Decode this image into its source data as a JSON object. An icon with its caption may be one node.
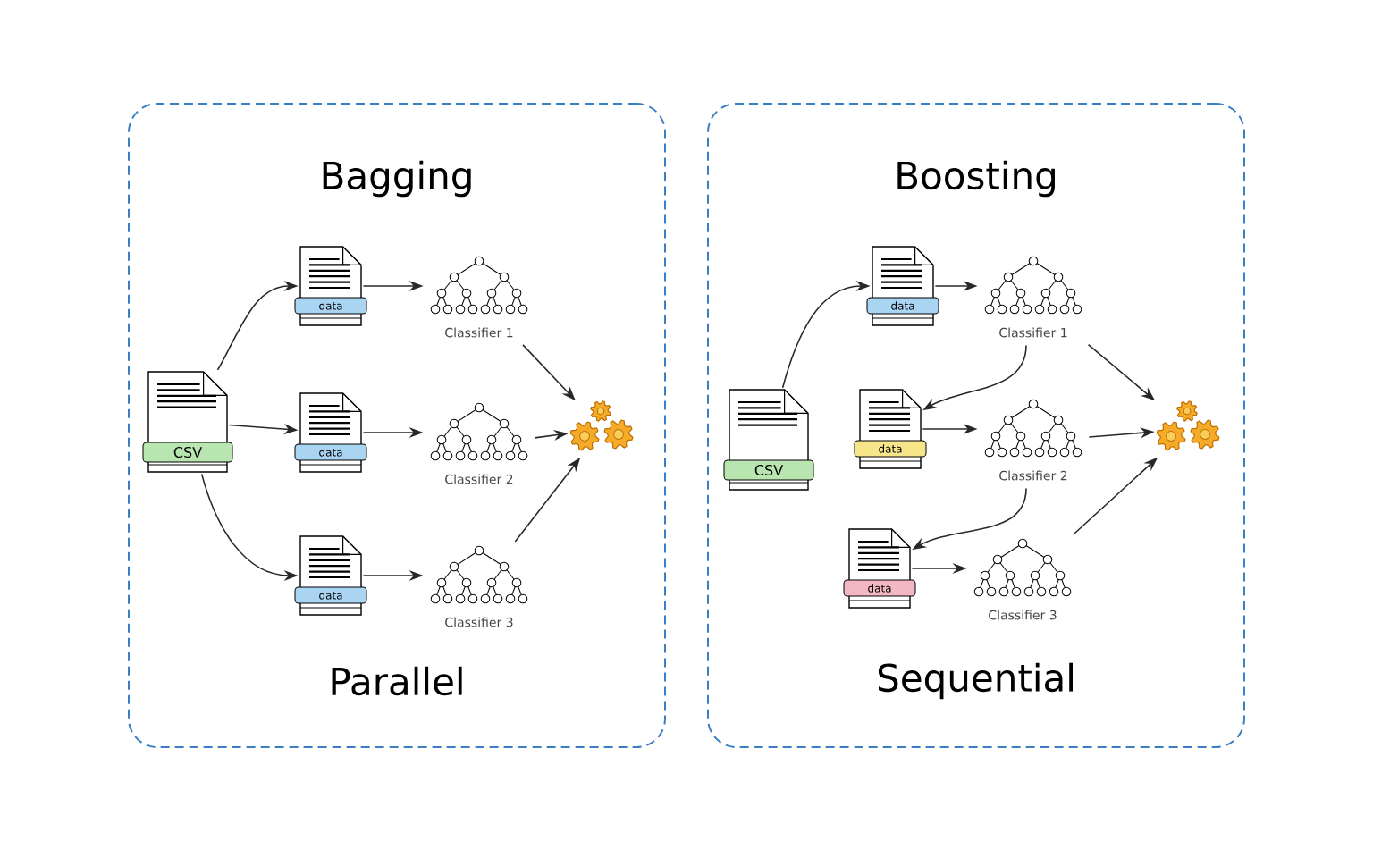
{
  "diagram": {
    "nodes": [
      {
        "text": [
          "Bagging",
          "Parallel"
        ]
      },
      {
        "text": [
          "CSV"
        ],
        "in": 0
      },
      {
        "text": [
          "data"
        ],
        "in": 0
      },
      {
        "text": [
          "data"
        ],
        "in": 0
      },
      {
        "text": [
          "data"
        ],
        "in": 0
      },
      {
        "text": [
          "Classifier 1"
        ],
        "in": 0
      },
      {
        "text": [
          "Classifier 2"
        ],
        "in": 0
      },
      {
        "text": [
          "Classifier 3"
        ],
        "in": 0
      },
      {
        "text": [],
        "shape": "gear",
        "in": 0
      },
      {
        "text": [
          "Boosting",
          "Sequential"
        ]
      },
      {
        "text": [
          "CSV"
        ],
        "in": 9
      },
      {
        "text": [
          "data"
        ],
        "in": 9
      },
      {
        "text": [
          "data"
        ],
        "in": 9
      },
      {
        "text": [
          "data"
        ],
        "in": 9
      },
      {
        "text": [
          "Classifier 1"
        ],
        "in": 9
      },
      {
        "text": [
          "Classifier 2"
        ],
        "in": 9
      },
      {
        "text": [
          "Classifier 3"
        ],
        "in": 9
      },
      {
        "text": [],
        "shape": "gear",
        "in": 9
      }
    ],
    "edges": [
      {
        "from": 1,
        "to": 2,
        "arrow": "to"
      },
      {
        "from": 1,
        "to": 3,
        "arrow": "to"
      },
      {
        "from": 1,
        "to": 4,
        "arrow": "to"
      },
      {
        "from": 2,
        "to": 5,
        "arrow": "to"
      },
      {
        "from": 3,
        "to": 6,
        "arrow": "to"
      },
      {
        "from": 4,
        "to": 7,
        "arrow": "to"
      },
      {
        "from": 5,
        "to": 8,
        "arrow": "to"
      },
      {
        "from": 6,
        "to": 8,
        "arrow": "to"
      },
      {
        "from": 7,
        "to": 8,
        "arrow": "to"
      },
      {
        "from": 10,
        "to": 11,
        "arrow": "to"
      },
      {
        "from": 11,
        "to": 14,
        "arrow": "to"
      },
      {
        "from": 14,
        "to": 12,
        "arrow": "to"
      },
      {
        "from": 12,
        "to": 15,
        "arrow": "to"
      },
      {
        "from": 15,
        "to": 13,
        "arrow": "to"
      },
      {
        "from": 13,
        "to": 16,
        "arrow": "to"
      },
      {
        "from": 14,
        "to": 17,
        "arrow": "to"
      },
      {
        "from": 15,
        "to": 17,
        "arrow": "to"
      },
      {
        "from": 16,
        "to": 17,
        "arrow": "to"
      }
    ]
  }
}
